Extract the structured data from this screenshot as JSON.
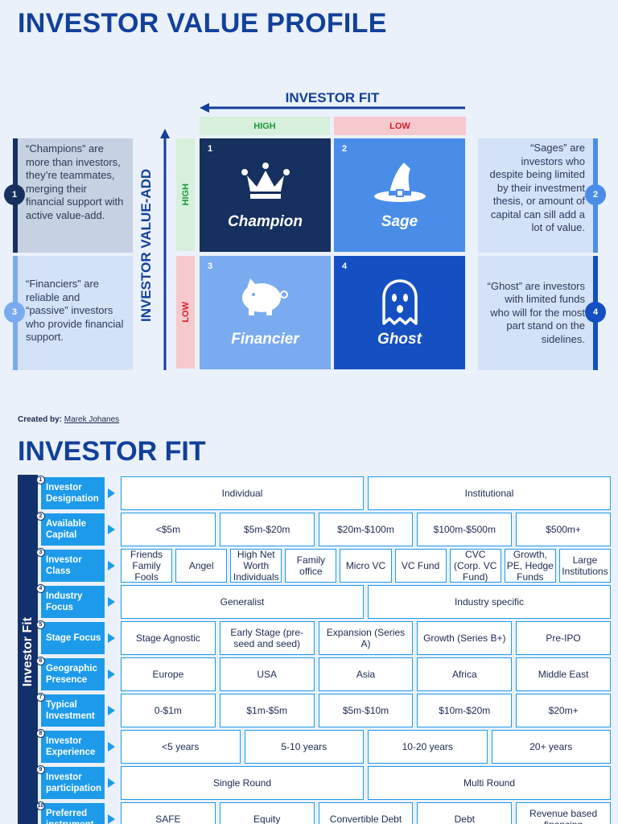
{
  "title": "INVESTOR VALUE PROFILE",
  "matrix": {
    "x_axis_label": "INVESTOR FIT",
    "y_axis_label": "INVESTOR VALUE-ADD",
    "col_high": "HIGH",
    "col_low": "LOW",
    "row_high": "HIGH",
    "row_low": "LOW",
    "quadrants": [
      {
        "num": "1",
        "label": "Champion",
        "icon": "crown-icon",
        "color": "#16305f"
      },
      {
        "num": "2",
        "label": "Sage",
        "icon": "wizard-hat-icon",
        "color": "#4a8de9"
      },
      {
        "num": "3",
        "label": "Financier",
        "icon": "piggy-bank-icon",
        "color": "#7aaaf0"
      },
      {
        "num": "4",
        "label": "Ghost",
        "icon": "ghost-icon",
        "color": "#1450c2"
      }
    ],
    "descriptions": {
      "d1": "“Champions” are more than investors, they’re teammates, merging their financial support with active value-add.",
      "d2": "“Sages” are investors who despite being limited by their investment thesis, or amount of capital can sill add a lot of value.",
      "d3": "“Financiers” are reliable and “passive” investors who provide financial support.",
      "d4": "“Ghost” are investors with limited funds who will for the most part stand on the sidelines."
    }
  },
  "credit": {
    "label": "Created by:",
    "author": "Marek Johanes"
  },
  "fit": {
    "title": "INVESTOR FIT",
    "side_label": "Investor Fit",
    "rows": [
      {
        "num": "1",
        "label": "Investor Designation",
        "cells": [
          "Individual",
          "Institutional"
        ]
      },
      {
        "num": "2",
        "label": "Available Capital",
        "cells": [
          "<$5m",
          "$5m-$20m",
          "$20m-$100m",
          "$100m-$500m",
          "$500m+"
        ]
      },
      {
        "num": "3",
        "label": "Investor Class",
        "cells": [
          "Friends Family Fools",
          "Angel",
          "High Net Worth Individuals",
          "Family office",
          "Micro VC",
          "VC Fund",
          "CVC (Corp. VC Fund)",
          "Growth, PE, Hedge Funds",
          "Large Institutions"
        ]
      },
      {
        "num": "4",
        "label": "Industry Focus",
        "cells": [
          "Generalist",
          "Industry specific"
        ]
      },
      {
        "num": "5",
        "label": "Stage Focus",
        "cells": [
          "Stage Agnostic",
          "Early Stage (pre-seed and seed)",
          "Expansion (Series A)",
          "Growth (Series B+)",
          "Pre-IPO"
        ]
      },
      {
        "num": "6",
        "label": "Geographic Presence",
        "cells": [
          "Europe",
          "USA",
          "Asia",
          "Africa",
          "Middle East"
        ]
      },
      {
        "num": "7",
        "label": "Typical Investment",
        "cells": [
          "0-$1m",
          "$1m-$5m",
          "$5m-$10m",
          "$10m-$20m",
          "$20m+"
        ]
      },
      {
        "num": "8",
        "label": "Investor Experience",
        "cells": [
          "<5 years",
          "5-10 years",
          "10-20 years",
          "20+ years"
        ]
      },
      {
        "num": "9",
        "label": "Investor participation",
        "cells": [
          "Single Round",
          "Multi Round"
        ]
      },
      {
        "num": "10",
        "label": "Preferred instrument",
        "cells": [
          "SAFE",
          "Equity",
          "Convertible Debt",
          "Debt",
          "Revenue based financing"
        ]
      }
    ]
  }
}
